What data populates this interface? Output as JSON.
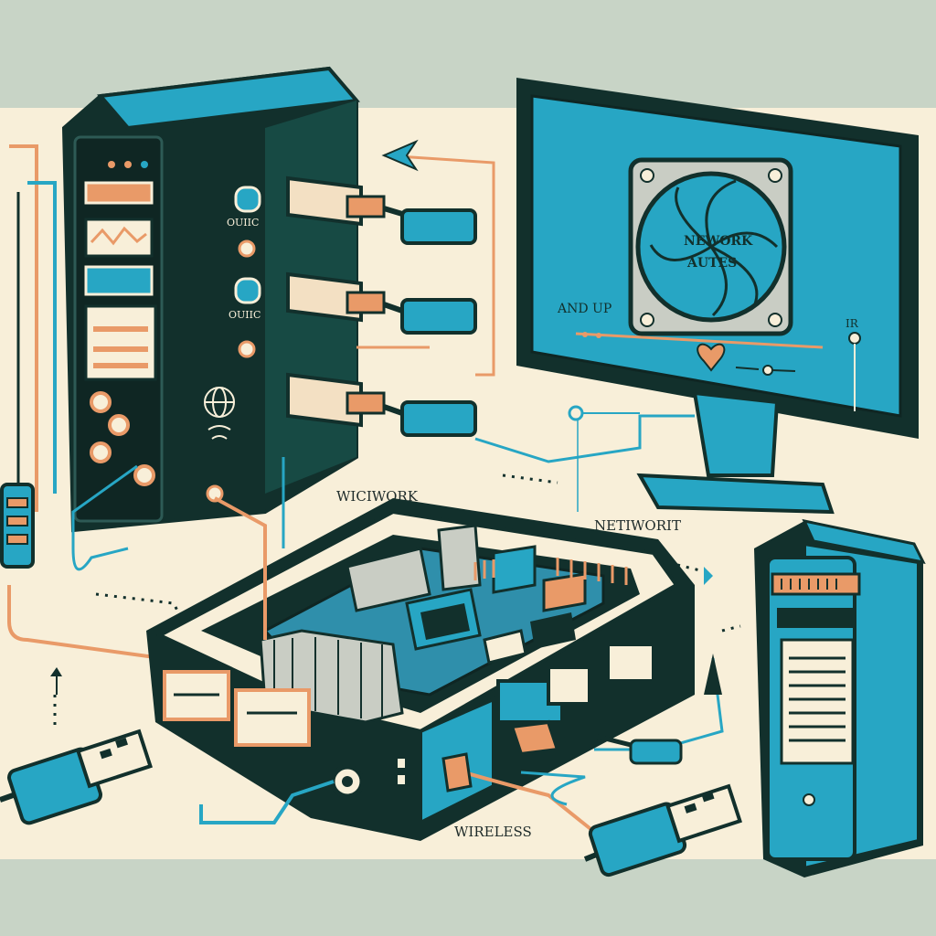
{
  "colors": {
    "sage": "#c8d4c6",
    "cream": "#f8efd9",
    "teal": "#27a6c4",
    "dark": "#12302c",
    "orange": "#e99a68",
    "board": "#2f8fab",
    "metal": "#c9cdc4"
  },
  "labels": {
    "server_port_1": "OUIIC",
    "server_port_2": "OUIIC",
    "wicwork": "WICIWORK",
    "networit": "NETIWORIT",
    "wireless": "WIRELESS",
    "screen_and_up": "AND UP",
    "screen_ir": "IR",
    "fan_text_top": "NEWORK",
    "fan_text_bottom": "AUTES"
  },
  "icons": {
    "globe": "globe-icon",
    "heart": "heart-icon",
    "arrow": "arrow-icon"
  }
}
